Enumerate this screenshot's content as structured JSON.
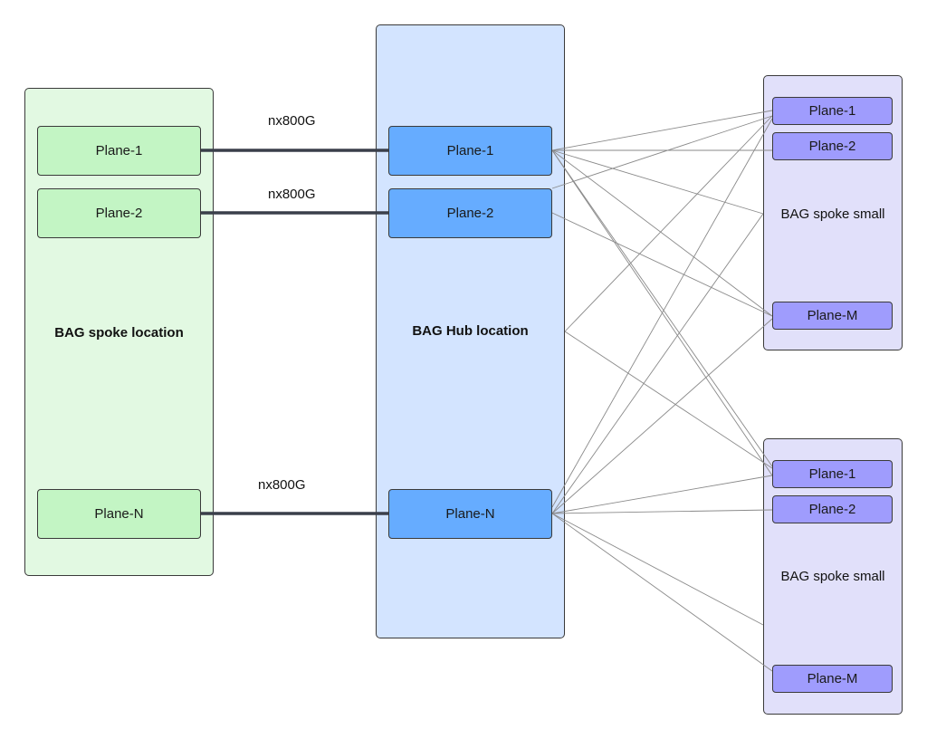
{
  "spoke_location": {
    "label": "BAG spoke location",
    "planes": [
      "Plane-1",
      "Plane-2",
      "Plane-N"
    ]
  },
  "hub_location": {
    "label": "BAG Hub location",
    "planes": [
      "Plane-1",
      "Plane-2",
      "Plane-N"
    ]
  },
  "spoke_small_top": {
    "label": "BAG spoke small",
    "planes": [
      "Plane-1",
      "Plane-2",
      "Plane-M"
    ]
  },
  "spoke_small_bottom": {
    "label": "BAG spoke small",
    "planes": [
      "Plane-1",
      "Plane-2",
      "Plane-M"
    ]
  },
  "links": {
    "plane1_label": "nx800G",
    "plane2_label": "nx800G",
    "planeN_label": "nx800G"
  },
  "colors": {
    "spoke_location_bg": "#e2f9e2",
    "spoke_plane": "#c3f5c4",
    "hub_location_bg": "#d3e4ff",
    "hub_plane": "#66acff",
    "spoke_small_bg": "#e1e0fa",
    "spoke_small_plane": "#9f9cfd",
    "trunk_line": "#3a3f4a",
    "mesh_line": "#8a8a8a"
  }
}
